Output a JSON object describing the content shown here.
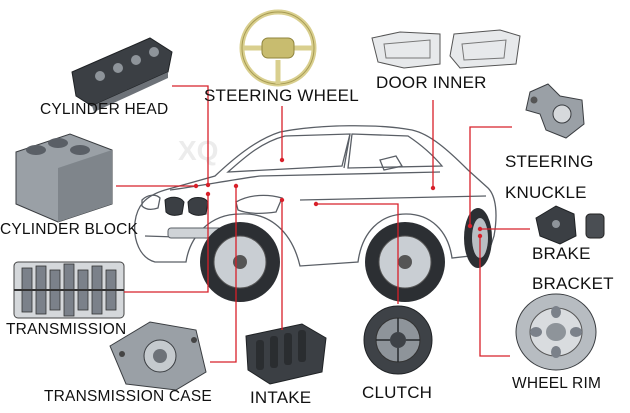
{
  "watermark": "XQ",
  "labels": {
    "cylinder_head": "CYLINDER HEAD",
    "steering_wheel": "STEERING WHEEL",
    "door_inner": "DOOR INNER",
    "steering": "STEERING",
    "knuckle": "KNUCKLE",
    "cylinder_block": "CYLINDER BLOCK",
    "brake": "BRAKE",
    "bracket": "BRACKET",
    "transmission": "TRANSMISSION",
    "transmission_case": "TRANSMISSION CASE",
    "intake": "INTAKE",
    "clutch": "CLUTCH",
    "wheel_rim": "WHEEL RIM"
  },
  "colors": {
    "leader": "#d8202a",
    "steering_wheel": "#d9cf8e",
    "text": "#111111"
  }
}
